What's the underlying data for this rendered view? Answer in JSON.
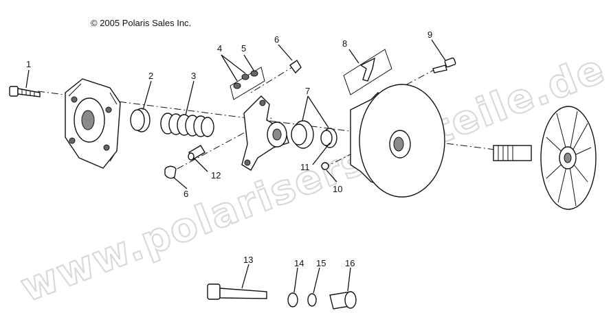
{
  "copyright": "© 2005 Polaris Sales Inc.",
  "watermark": "www.polarisersatzteile.de",
  "callouts": [
    "1",
    "2",
    "3",
    "4",
    "5",
    "6",
    "7",
    "8",
    "9",
    "6",
    "10",
    "11",
    "12",
    "13",
    "14",
    "15",
    "16"
  ]
}
